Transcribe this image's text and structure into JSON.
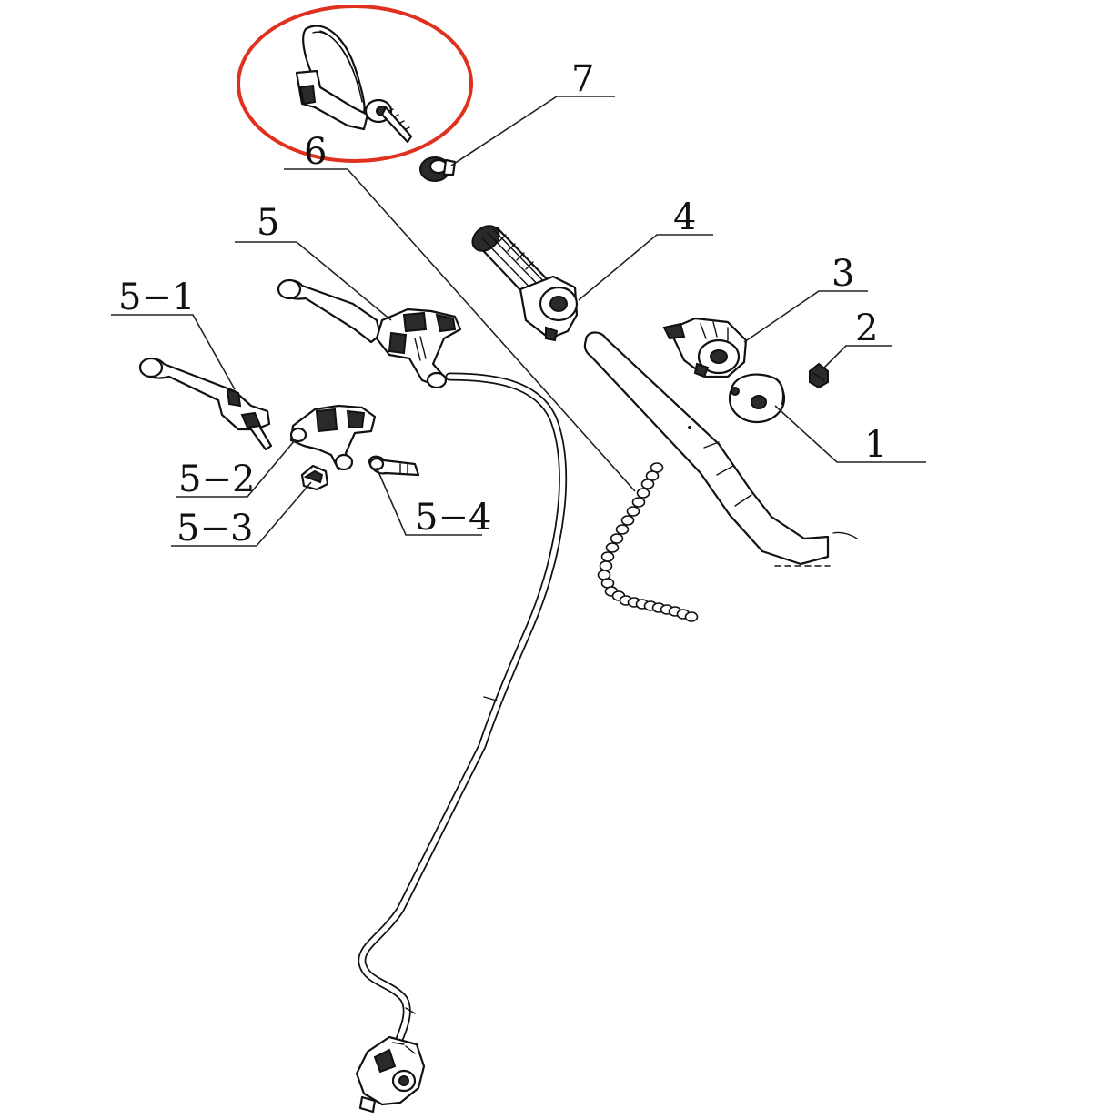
{
  "colors": {
    "background": "#ffffff",
    "line": "#111111",
    "highlight": "#e0301e"
  },
  "callouts": [
    {
      "id": "1",
      "label": "1"
    },
    {
      "id": "2",
      "label": "2"
    },
    {
      "id": "3",
      "label": "3"
    },
    {
      "id": "4",
      "label": "4"
    },
    {
      "id": "5",
      "label": "5"
    },
    {
      "id": "5-1",
      "label": "5−1"
    },
    {
      "id": "5-2",
      "label": "5−2"
    },
    {
      "id": "5-3",
      "label": "5−3"
    },
    {
      "id": "5-4",
      "label": "5−4"
    },
    {
      "id": "6",
      "label": "6"
    },
    {
      "id": "7",
      "label": "7"
    }
  ]
}
